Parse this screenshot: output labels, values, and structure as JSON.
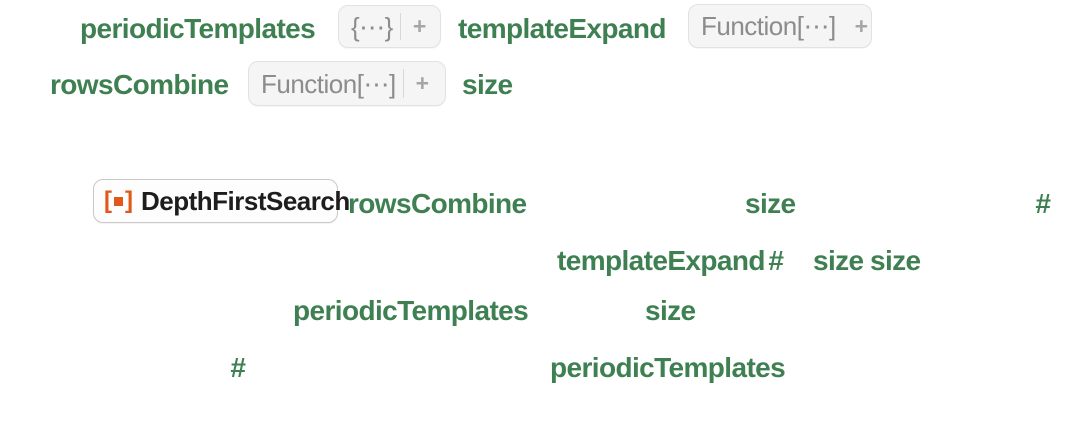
{
  "colors": {
    "identifier_green": "#3E8051",
    "slot_green": "#3E8051",
    "placeholder_text_gray": "#8C8C8C",
    "plus_gray": "#A6A6A6",
    "placeholder_box_bg": "#F5F5F5",
    "placeholder_box_border": "#E2E2E2",
    "badge_bg": "#FDFDFD",
    "badge_border": "#C9C9C9",
    "badge_text": "#1D1D1D",
    "resource_orange": "#E0591A",
    "background": "#FFFFFF"
  },
  "line1": {
    "var1": "periodicTemplates",
    "list_placeholder": "{⋯}",
    "list_plus": "+",
    "var2": "templateExpand",
    "function_placeholder": "Function[⋯]",
    "function_plus": "+"
  },
  "line2": {
    "var1": "rowsCombine",
    "function_placeholder": "Function[⋯]",
    "function_plus": "+",
    "var2": "size"
  },
  "line4": {
    "badge_label": "DepthFirstSearch",
    "var1": "rowsCombine",
    "var2": "size",
    "slot": "#"
  },
  "line5": {
    "var1": "templateExpand",
    "slot": "#",
    "var2": "size",
    "var3": "size"
  },
  "line6": {
    "var1": "periodicTemplates",
    "var2": "size"
  },
  "line7": {
    "slot": "#",
    "var1": "periodicTemplates"
  }
}
